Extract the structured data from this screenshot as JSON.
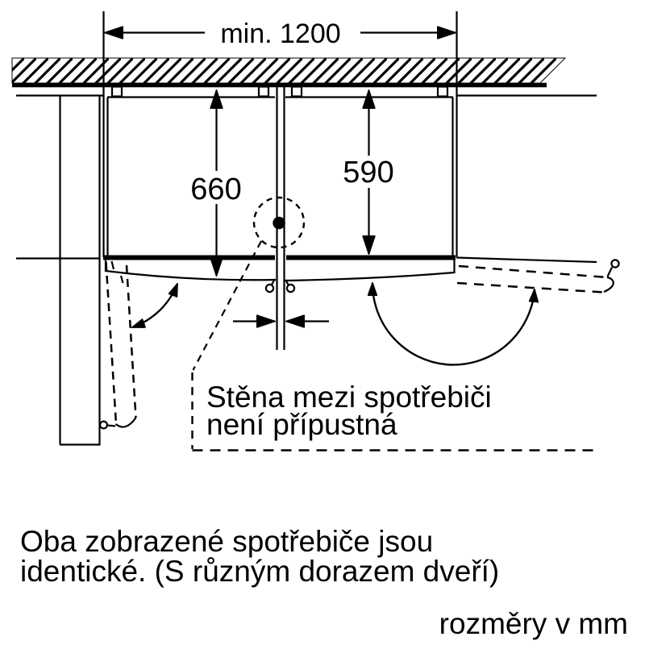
{
  "diagram": {
    "min_clearance": {
      "label": "min. 1200",
      "value": 1200
    },
    "depth_with_door": {
      "label": "660",
      "value": 660
    },
    "depth_without_door": {
      "label": "590",
      "value": 590
    },
    "note": {
      "line1": "Stěna mezi spotřebiči",
      "line2": "není přípustná"
    }
  },
  "caption": {
    "line1": "Oba zobrazené spotřebiče jsou",
    "line2": "identické. (S různým dorazem dveří)"
  },
  "units_label": "rozměry v mm",
  "unit": "mm",
  "colors": {
    "ink": "#000000",
    "background": "#ffffff"
  }
}
